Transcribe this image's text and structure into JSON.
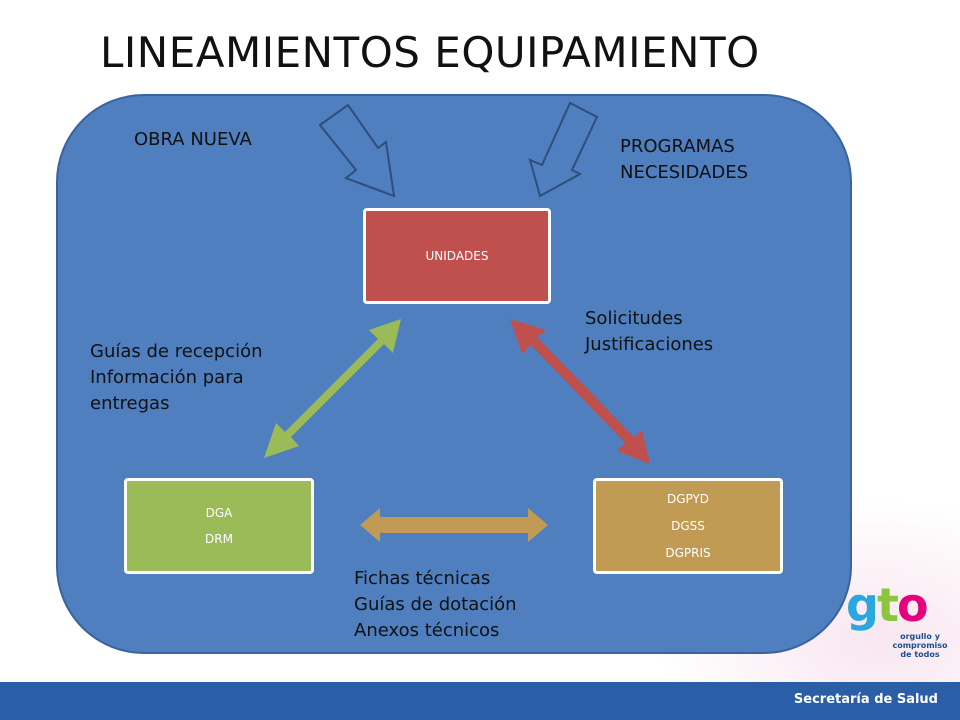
{
  "title": "LINEAMIENTOS EQUIPAMIENTO",
  "labels": {
    "obra_nueva": "OBRA NUEVA",
    "programas": "PROGRAMAS\nNECESIDADES",
    "solicitudes": "Solicitudes\nJustificaciones",
    "guias": "Guías de recepción\nInformación para\nentregas",
    "fichas": "Fichas técnicas\nGuías de dotación\nAnexos técnicos"
  },
  "nodes": {
    "unidades": "UNIDADES",
    "dga": [
      "DGA",
      "DRM"
    ],
    "dgpyd": [
      "DGPYD",
      "DGSS",
      "DGPRIS"
    ]
  },
  "logo": {
    "g": "g",
    "t": "t",
    "o": "o",
    "tagline": "orgullo y\ncompromiso\nde todos"
  },
  "footer": "Secretaría de Salud",
  "colors": {
    "panel": "#4f7fbf",
    "unidades": "#c0504d",
    "dga": "#9bbb59",
    "dgpyd": "#c19a53",
    "arrow_green": "#9bbb59",
    "arrow_red": "#c0504d",
    "arrow_tan": "#c19a53",
    "footer": "#2a5fa8"
  }
}
